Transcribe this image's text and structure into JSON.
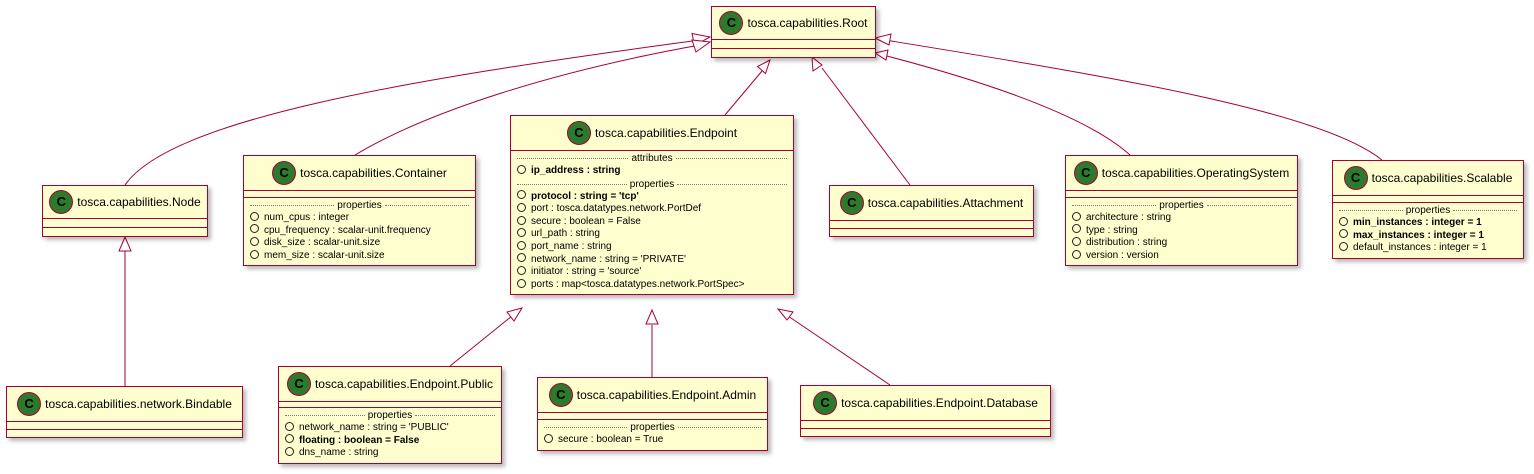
{
  "diagram": {
    "classes": {
      "root": {
        "name": "tosca.capabilities.Root",
        "badge": "C"
      },
      "node": {
        "name": "tosca.capabilities.Node",
        "badge": "C"
      },
      "container": {
        "name": "tosca.capabilities.Container",
        "badge": "C",
        "section_label": "properties",
        "properties": [
          "num_cpus : integer",
          "cpu_frequency : scalar-unit.frequency",
          "disk_size : scalar-unit.size",
          "mem_size : scalar-unit.size"
        ]
      },
      "endpoint": {
        "name": "tosca.capabilities.Endpoint",
        "badge": "C",
        "attributes_label": "attributes",
        "attributes": [
          "ip_address : string"
        ],
        "section_label": "properties",
        "properties": [
          "protocol : string = 'tcp'",
          "port : tosca.datatypes.network.PortDef",
          "secure : boolean = False",
          "url_path : string",
          "port_name : string",
          "network_name : string = 'PRIVATE'",
          "initiator : string = 'source'",
          "ports : map<tosca.datatypes.network.PortSpec>"
        ]
      },
      "attachment": {
        "name": "tosca.capabilities.Attachment",
        "badge": "C"
      },
      "os": {
        "name": "tosca.capabilities.OperatingSystem",
        "badge": "C",
        "section_label": "properties",
        "properties": [
          "architecture : string",
          "type : string",
          "distribution : string",
          "version : version"
        ]
      },
      "scalable": {
        "name": "tosca.capabilities.Scalable",
        "badge": "C",
        "section_label": "properties",
        "properties": [
          "min_instances : integer = 1",
          "max_instances : integer = 1",
          "default_instances : integer = 1"
        ]
      },
      "bindable": {
        "name": "tosca.capabilities.network.Bindable",
        "badge": "C"
      },
      "public": {
        "name": "tosca.capabilities.Endpoint.Public",
        "badge": "C",
        "section_label": "properties",
        "properties": [
          "network_name : string = 'PUBLIC'",
          "floating : boolean = False",
          "dns_name : string"
        ]
      },
      "admin": {
        "name": "tosca.capabilities.Endpoint.Admin",
        "badge": "C",
        "section_label": "properties",
        "properties": [
          "secure : boolean = True"
        ]
      },
      "database": {
        "name": "tosca.capabilities.Endpoint.Database",
        "badge": "C"
      }
    }
  }
}
